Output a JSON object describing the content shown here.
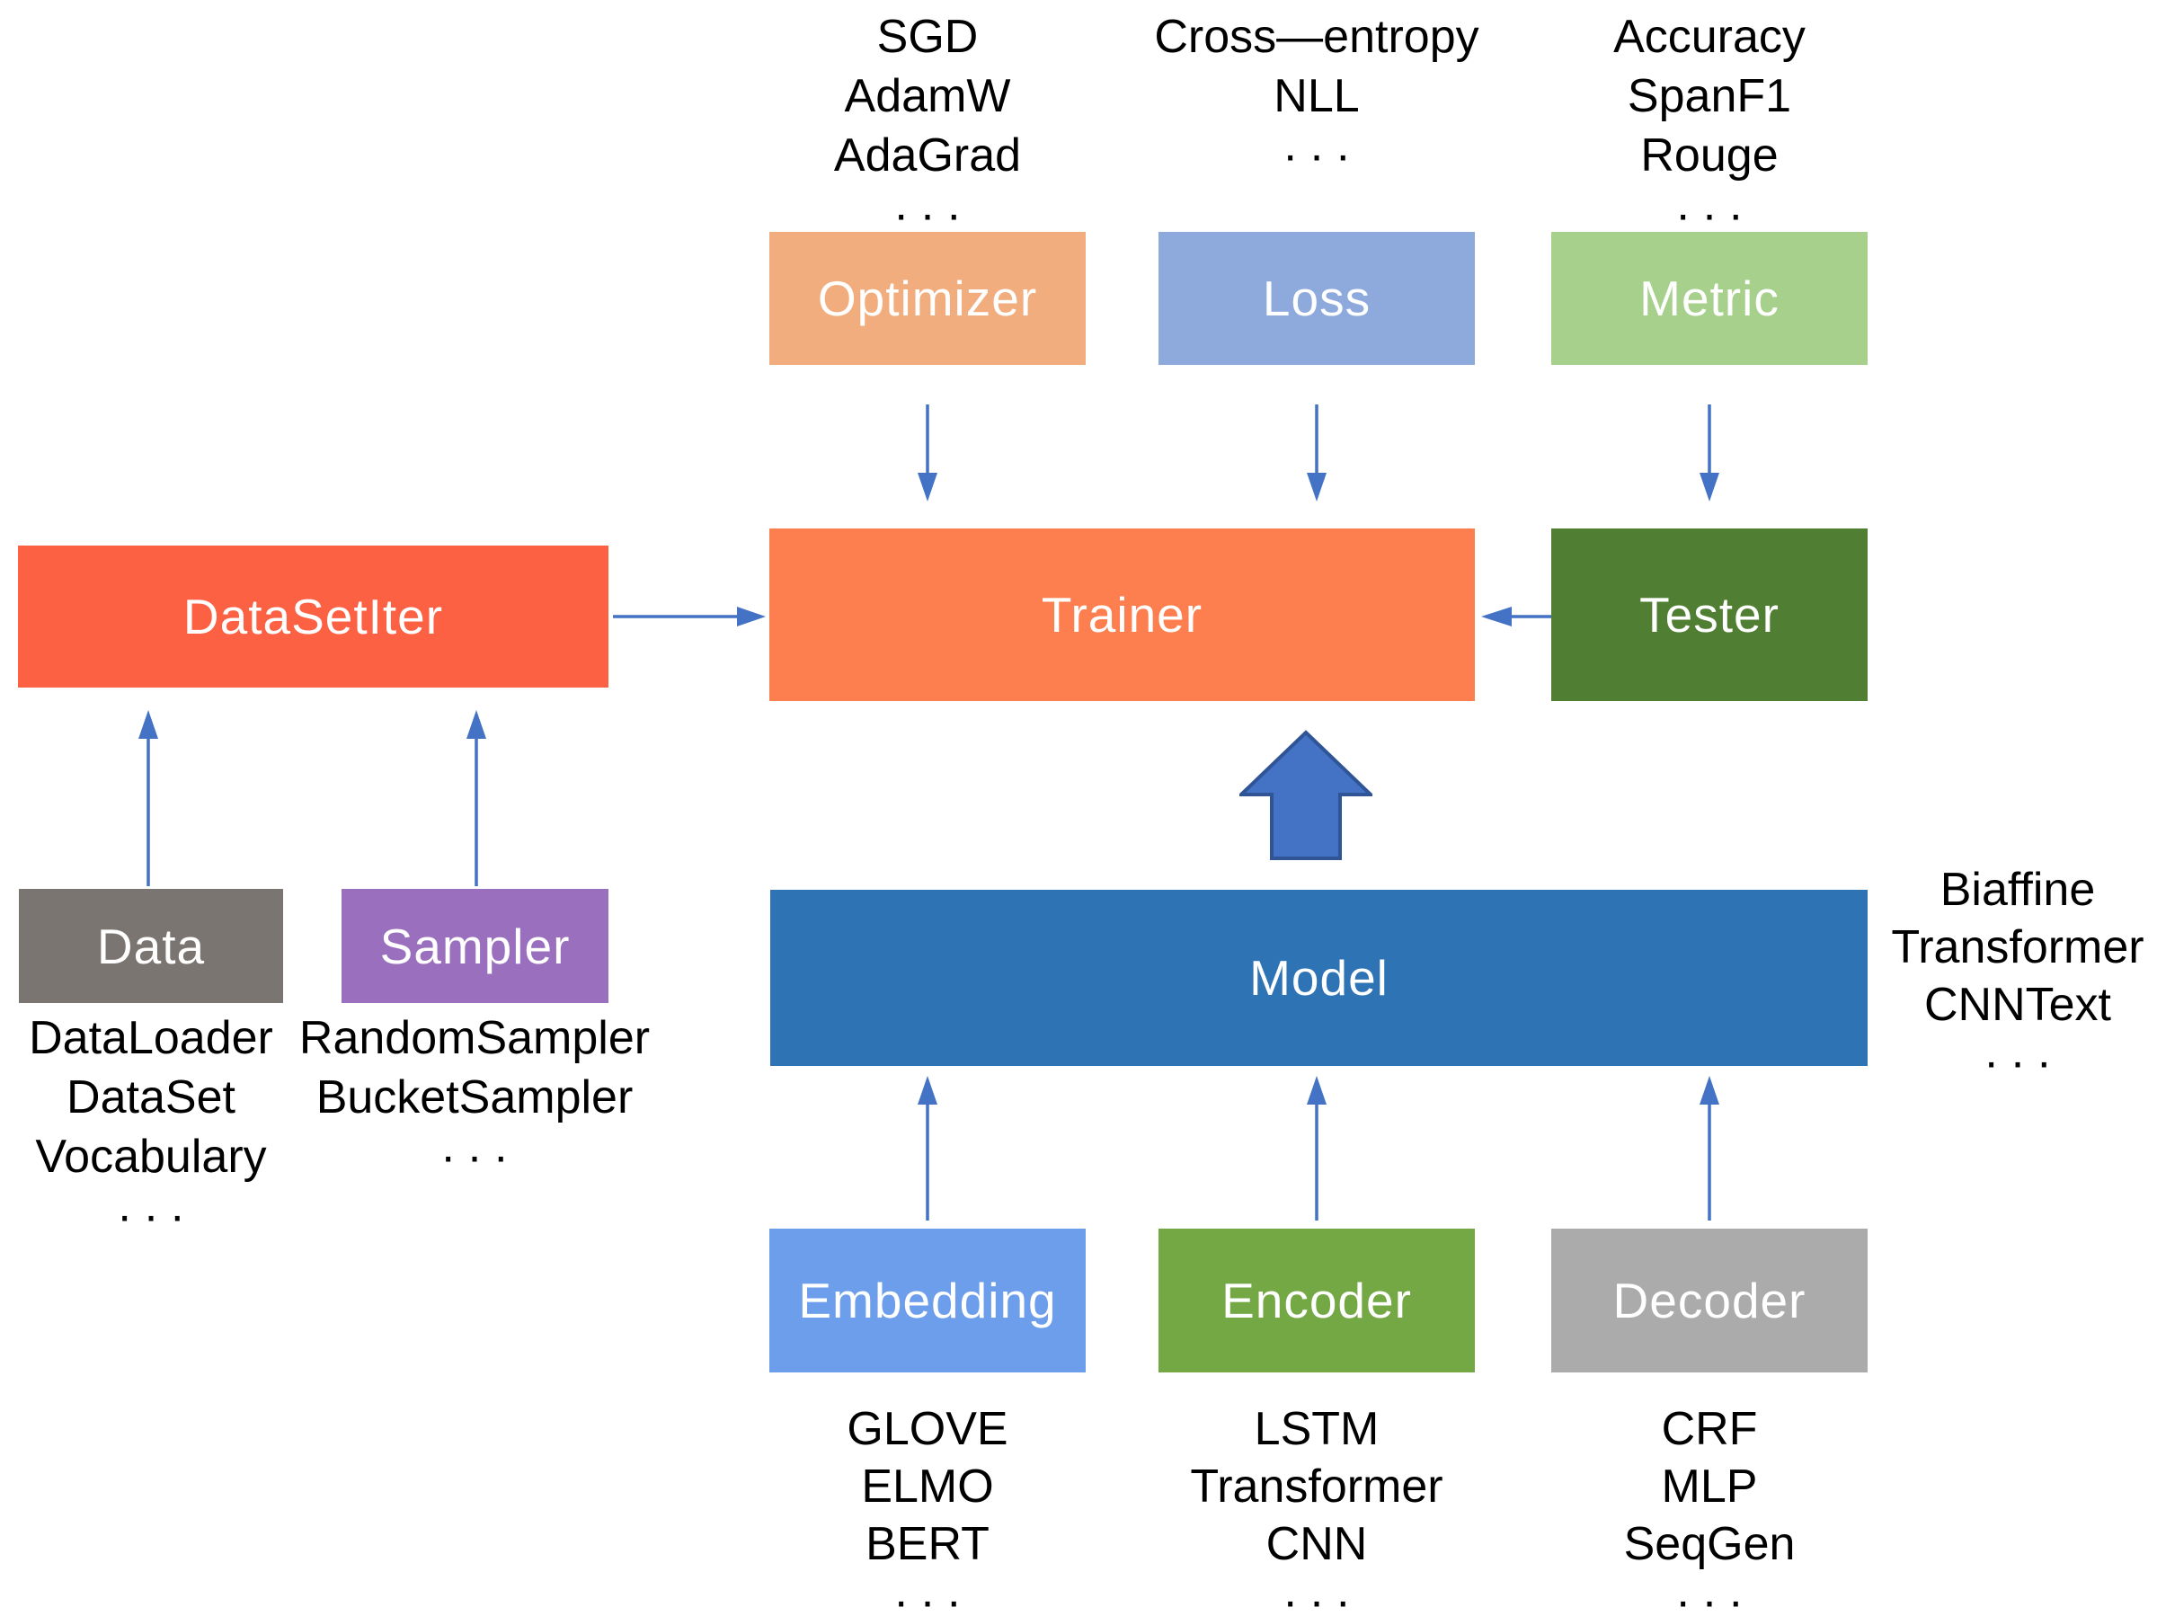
{
  "optimizer_group": {
    "list": [
      "SGD",
      "AdamW",
      "AdaGrad",
      "···"
    ],
    "box_label": "Optimizer"
  },
  "loss_group": {
    "list": [
      "Cross—entropy",
      "NLL",
      "···"
    ],
    "box_label": "Loss"
  },
  "metric_group": {
    "list": [
      "Accuracy",
      "SpanF1",
      "Rouge",
      "···"
    ],
    "box_label": "Metric"
  },
  "datasetiter": {
    "box_label": "DataSetIter"
  },
  "trainer": {
    "box_label": "Trainer"
  },
  "tester": {
    "box_label": "Tester"
  },
  "data_group": {
    "box_label": "Data",
    "list": [
      "DataLoader",
      "DataSet",
      "Vocabulary",
      "···"
    ]
  },
  "sampler_group": {
    "box_label": "Sampler",
    "list": [
      "RandomSampler",
      "BucketSampler",
      "···"
    ]
  },
  "model": {
    "box_label": "Model",
    "side_list": [
      "Biaffine",
      "Transformer",
      "CNNText",
      "···"
    ]
  },
  "embedding_group": {
    "box_label": "Embedding",
    "list": [
      "GLOVE",
      "ELMO",
      "BERT",
      "···"
    ]
  },
  "encoder_group": {
    "box_label": "Encoder",
    "list": [
      "LSTM",
      "Transformer",
      "CNN",
      "···"
    ]
  },
  "decoder_group": {
    "box_label": "Decoder",
    "list": [
      "CRF",
      "MLP",
      "SeqGen",
      "···"
    ]
  },
  "colors": {
    "optimizer": "#F1AD7E",
    "loss": "#8EA9DC",
    "metric": "#A8D08D",
    "datasetiter": "#FC6144",
    "trainer": "#FD7E4E",
    "tester": "#507E33",
    "data": "#7B7572",
    "sampler": "#9A70BE",
    "model": "#2E74B5",
    "embedding": "#6D9EEB",
    "encoder": "#73A845",
    "decoder": "#ABABAB",
    "arrow": "#4472C4",
    "arrow_outline": "#2F5597"
  }
}
